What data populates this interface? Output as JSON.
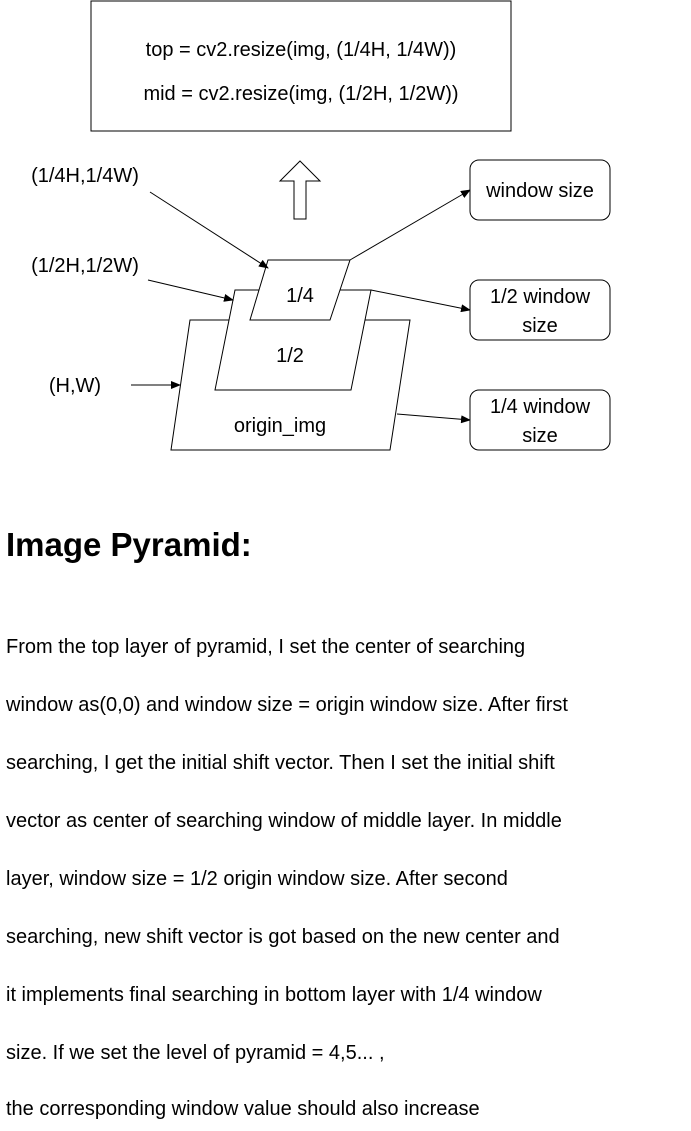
{
  "diagram": {
    "code_lines": [
      "top = cv2.resize(img, (1/4H, 1/4W))",
      "mid = cv2.resize(img, (1/2H, 1/2W))"
    ],
    "size_labels": {
      "quarter": "(1/4H,1/4W)",
      "half": "(1/2H,1/2W)",
      "full": "(H,W)"
    },
    "layers": {
      "top": "1/4",
      "middle": "1/2",
      "bottom": "origin_img"
    },
    "window_boxes": {
      "top": [
        "window size"
      ],
      "middle": [
        "1/2 window",
        "size"
      ],
      "bottom": [
        "1/4 window",
        "size"
      ]
    },
    "up_arrow_icon": "up-arrow-icon"
  },
  "section": {
    "heading": "Image Pyramid:",
    "paragraph_lines": [
      "From the top layer of pyramid, I set the center of searching",
      "window as(0,0) and window size = origin window size. After first",
      "searching, I get the initial shift vector. Then I set the initial shift",
      "vector as center of searching window of middle layer. In middle",
      "layer, window size = 1/2 origin window size. After second",
      "searching, new shift vector is got based on the new center and",
      "it implements final searching in bottom layer with 1/4 window",
      "size. If we set the level of pyramid = 4,5... ,"
    ],
    "closing_line": "the corresponding window value should also increase"
  }
}
